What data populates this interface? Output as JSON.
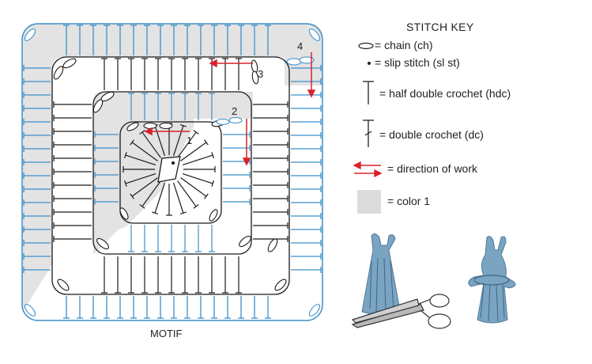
{
  "key": {
    "title": "STITCH KEY",
    "chain": "= chain (ch)",
    "slip": "= slip stitch (sl st)",
    "hdc": "= half double crochet (hdc)",
    "dc": "= double crochet (dc)",
    "direction": "= direction of work",
    "color": "= color 1"
  },
  "round_numbers": [
    "1",
    "2",
    "3",
    "4"
  ],
  "caption": "MOTIF",
  "colors": {
    "blue": "#3b8fc9",
    "black": "#1a1a1a",
    "gray": "#e2e2e2",
    "red": "#d8232a",
    "yarn": "#6b9ab8"
  },
  "icons": [
    "chain-icon",
    "slip-stitch-icon",
    "hdc-icon",
    "dc-icon",
    "direction-arrows-icon",
    "color-swatch-icon",
    "scissors-icon",
    "tassel-icon"
  ]
}
